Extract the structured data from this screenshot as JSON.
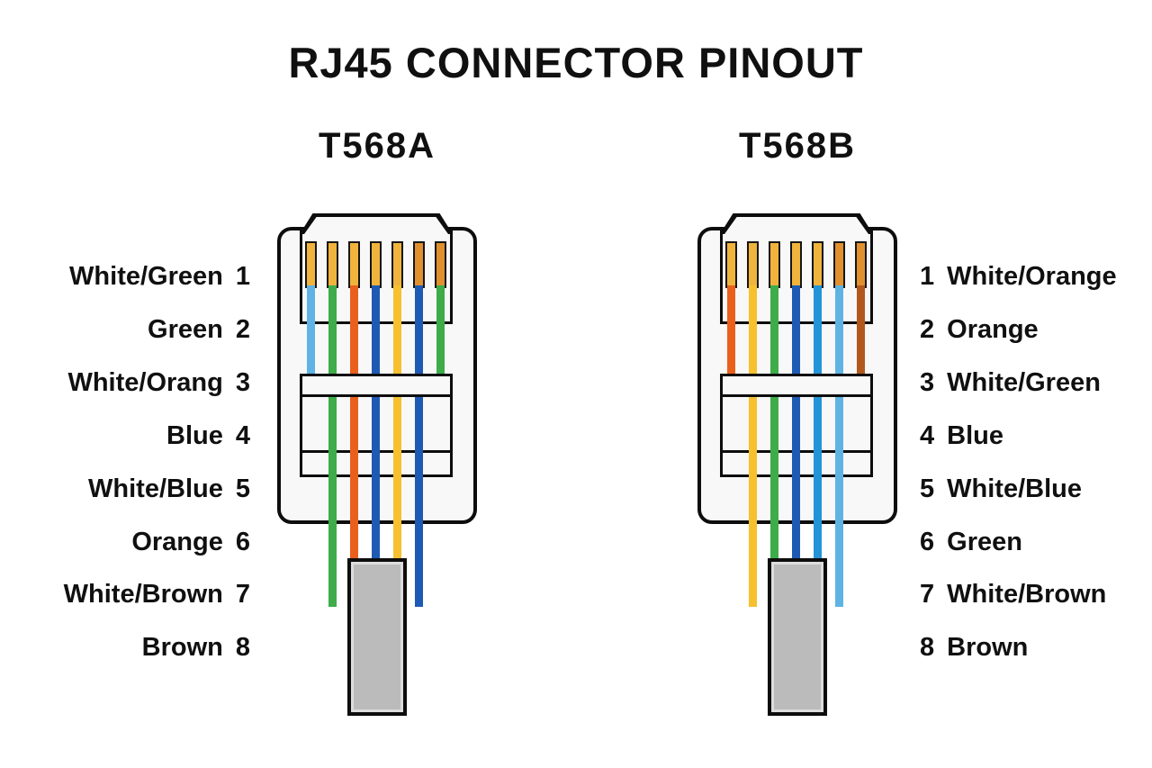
{
  "title": "RJ45 CONNECTOR PINOUT",
  "palette": {
    "lightblue": "#5fb3e4",
    "green": "#3dac49",
    "orange": "#e9601c",
    "darkblue": "#1e5ab4",
    "yellow": "#f6c02f",
    "medblue": "#2494d8",
    "brown": "#b3581d",
    "gold": "#f0b43c",
    "copper": "#e0902e",
    "body_fill": "#f8f8f8",
    "cable_gray": "#bbbbbb",
    "outline": "#0d0d0d"
  },
  "connectors": [
    {
      "id": "t568a",
      "title": "T568A",
      "label_side": "left",
      "pin_labels": [
        {
          "num": "1",
          "color_name": "White/Green"
        },
        {
          "num": "2",
          "color_name": "Green"
        },
        {
          "num": "3",
          "color_name": "White/Orang"
        },
        {
          "num": "4",
          "color_name": "Blue"
        },
        {
          "num": "5",
          "color_name": "White/Blue"
        },
        {
          "num": "6",
          "color_name": "Orange"
        },
        {
          "num": "7",
          "color_name": "White/Brown"
        },
        {
          "num": "8",
          "color_name": "Brown"
        }
      ],
      "pins": [
        "gold",
        "gold",
        "gold",
        "gold",
        "gold",
        "copper",
        "copper"
      ],
      "wires_top": [
        "lightblue",
        "green",
        "orange",
        "darkblue",
        "yellow",
        "darkblue",
        "green"
      ],
      "wires_bottom": [
        "green",
        "orange",
        "darkblue",
        "yellow",
        "darkblue"
      ]
    },
    {
      "id": "t568b",
      "title": "T568B",
      "label_side": "right",
      "pin_labels": [
        {
          "num": "1",
          "color_name": "White/Orange"
        },
        {
          "num": "2",
          "color_name": "Orange"
        },
        {
          "num": "3",
          "color_name": "White/Green"
        },
        {
          "num": "4",
          "color_name": "Blue"
        },
        {
          "num": "5",
          "color_name": "White/Blue"
        },
        {
          "num": "6",
          "color_name": "Green"
        },
        {
          "num": "7",
          "color_name": "White/Brown"
        },
        {
          "num": "8",
          "color_name": "Brown"
        }
      ],
      "pins": [
        "gold",
        "gold",
        "gold",
        "gold",
        "gold",
        "copper",
        "copper"
      ],
      "wires_top": [
        "orange",
        "yellow",
        "green",
        "darkblue",
        "medblue",
        "lightblue",
        "brown"
      ],
      "wires_bottom": [
        "yellow",
        "green",
        "darkblue",
        "medblue",
        "lightblue"
      ]
    }
  ]
}
